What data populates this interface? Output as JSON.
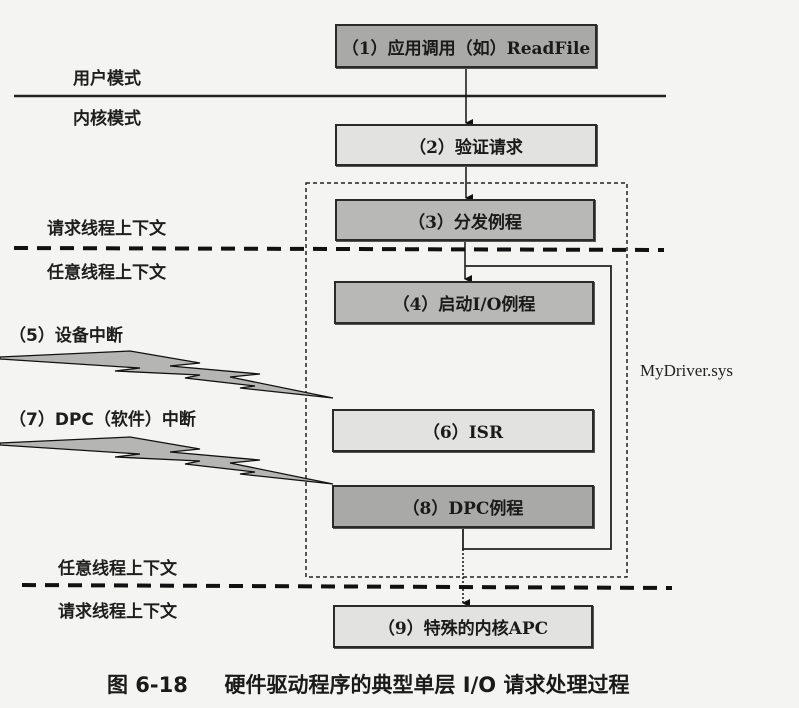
{
  "diagram": {
    "title": "硬件驱动程序的典型单层 I/O 请求处理过程",
    "figure_number": "图 6-18",
    "modes": {
      "user": "用户模式",
      "kernel": "内核模式"
    },
    "contexts": {
      "request_top": "请求线程上下文",
      "arbitrary_top": "任意线程上下文",
      "arbitrary_bottom": "任意线程上下文",
      "request_bottom": "请求线程上下文"
    },
    "steps": [
      {
        "id": 1,
        "label": "（1）应用调用（如）ReadFile"
      },
      {
        "id": 2,
        "label": "（2）验证请求"
      },
      {
        "id": 3,
        "label": "（3）分发例程"
      },
      {
        "id": 4,
        "label": "（4）启动I/O例程"
      },
      {
        "id": 6,
        "label": "（6）ISR"
      },
      {
        "id": 8,
        "label": "（8）DPC例程"
      },
      {
        "id": 9,
        "label": "（9）特殊的内核APC"
      }
    ],
    "interrupts": {
      "device": "（5）设备中断",
      "dpc": "（7）DPC（软件）中断"
    },
    "driver_group_label": "MyDriver.sys"
  }
}
